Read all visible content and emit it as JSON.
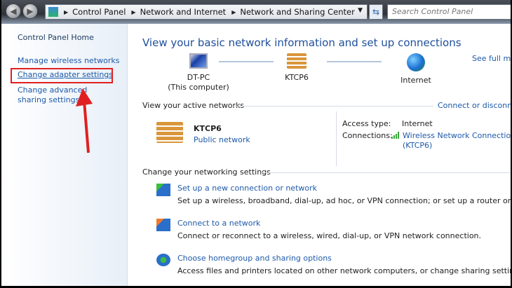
{
  "toolbar": {
    "breadcrumbs": [
      "Control Panel",
      "Network and Internet",
      "Network and Sharing Center"
    ],
    "search_placeholder": "Search Control Panel"
  },
  "sidebar": {
    "items": [
      {
        "label": "Control Panel Home"
      },
      {
        "label": "Manage wireless networks"
      },
      {
        "label": "Change adapter settings"
      },
      {
        "label": "Change advanced sharing settings"
      }
    ]
  },
  "main": {
    "title": "View your basic network information and set up connections",
    "see_full_map": "See full map",
    "map": {
      "computer_name": "DT-PC",
      "computer_sub": "(This computer)",
      "network": "KTCP6",
      "internet": "Internet"
    },
    "active_header": "View your active networks",
    "connect_link": "Connect or disconnect",
    "active": {
      "name": "KTCP6",
      "type": "Public network",
      "access_label": "Access type:",
      "access_value": "Internet",
      "connections_label": "Connections:",
      "connection_link": "Wireless Network Connection",
      "connection_sub": "(KTCP6)"
    },
    "settings_header": "Change your networking settings",
    "tasks": [
      {
        "label": "Set up a new connection or network",
        "desc": "Set up a wireless, broadband, dial-up, ad hoc, or VPN connection; or set up a router or access point."
      },
      {
        "label": "Connect to a network",
        "desc": "Connect or reconnect to a wireless, wired, dial-up, or VPN network connection."
      },
      {
        "label": "Choose homegroup and sharing options",
        "desc": "Access files and printers located on other network computers, or change sharing settings."
      }
    ]
  },
  "colors": {
    "link": "#1e5aa8",
    "title": "#1e4e9a",
    "highlight": "#e02020"
  }
}
